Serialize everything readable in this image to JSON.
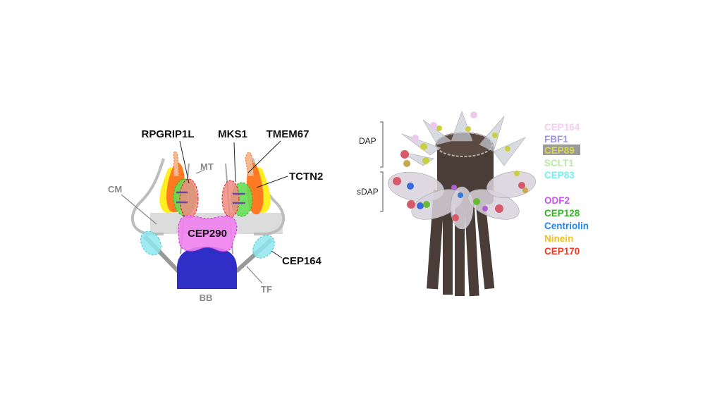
{
  "left_diagram": {
    "labels": {
      "rpgrip1l": "RPGRIP1L",
      "mks1": "MKS1",
      "tmem67": "TMEM67",
      "tctn2": "TCTN2",
      "mt": "MT",
      "cm": "CM",
      "cep290": "CEP290",
      "cep164": "CEP164",
      "tf": "TF",
      "bb": "BB"
    },
    "colors": {
      "basal_body": "#2f2fc8",
      "cep290": "#f07ff0",
      "cep164": "#8ee8ee",
      "rpgrip1l": "#f08a80",
      "mks1": "#66dd55",
      "tmem67": "#ff7a20",
      "tctn2": "#ffee22",
      "membrane": "#bdbdbd"
    }
  },
  "right_diagram": {
    "brackets": {
      "dap": "DAP",
      "sdap": "sDAP"
    },
    "legend_dap": [
      {
        "label": "CEP164",
        "color": "#f2cdf0"
      },
      {
        "label": "FBF1",
        "color": "#9b90f2"
      },
      {
        "label": "CEP89",
        "color": "#dcd84a"
      },
      {
        "label": "SCLT1",
        "color": "#b5eaa5"
      },
      {
        "label": "CEP83",
        "color": "#78eeee"
      }
    ],
    "legend_sdap": [
      {
        "label": "ODF2",
        "color": "#c955ee"
      },
      {
        "label": "CEP128",
        "color": "#35b526"
      },
      {
        "label": "Centriolin",
        "color": "#2288ee"
      },
      {
        "label": "Ninein",
        "color": "#f2c21e"
      },
      {
        "label": "CEP170",
        "color": "#ee3a22"
      }
    ]
  }
}
